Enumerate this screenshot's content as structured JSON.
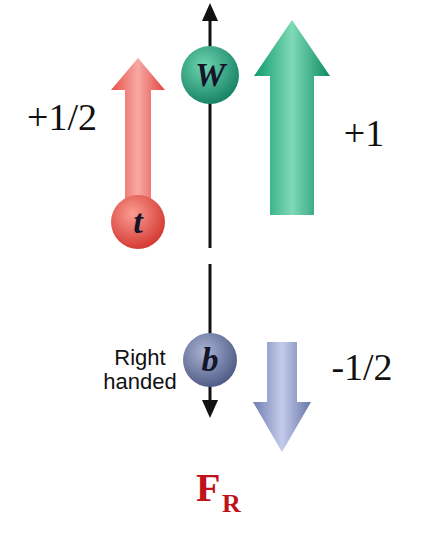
{
  "diagram": {
    "nodes": [
      {
        "text": [
          "t"
        ]
      },
      {
        "text": [
          "W"
        ]
      },
      {
        "text": [
          "b"
        ]
      }
    ],
    "labels": [
      "+1/2",
      "+1",
      "Right handed",
      "-1/2",
      "F",
      "R"
    ]
  }
}
